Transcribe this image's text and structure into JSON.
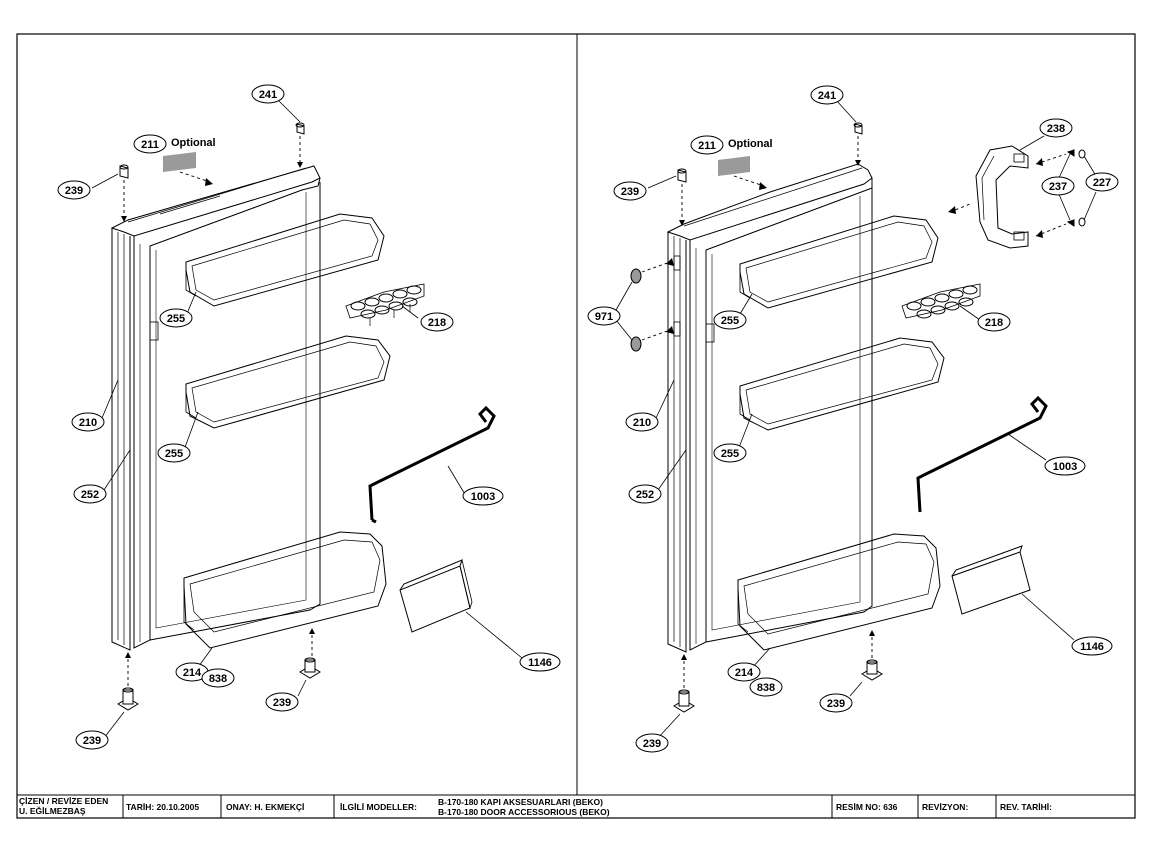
{
  "left_panel": {
    "optional_label": "Optional",
    "callouts": [
      "241",
      "211",
      "239",
      "255",
      "218",
      "210",
      "255",
      "252",
      "1003",
      "214",
      "838",
      "239",
      "1146",
      "239"
    ]
  },
  "right_panel": {
    "optional_label": "Optional",
    "callouts": [
      "241",
      "211",
      "239",
      "238",
      "237",
      "227",
      "971",
      "255",
      "218",
      "210",
      "255",
      "252",
      "1003",
      "214",
      "838",
      "239",
      "1146",
      "239"
    ]
  },
  "title_block": {
    "drawn_by_label": "ÇİZEN / REVİZE EDEN",
    "drawn_by_name": "U. EĞİLMEZBAŞ",
    "date": "TARİH: 20.10.2005",
    "approved": "ONAY: H. EKMEKÇİ",
    "models_label": "İLGİLİ MODELLER:",
    "models_line1": "B-170-180 KAPI AKSESUARLARI (BEKO)",
    "models_line2": "B-170-180 DOOR  ACCESSORIOUS (BEKO)",
    "drawing_no": "RESİM NO: 636",
    "revision": "REVİZYON:",
    "rev_date": "REV. TARİHİ:"
  }
}
